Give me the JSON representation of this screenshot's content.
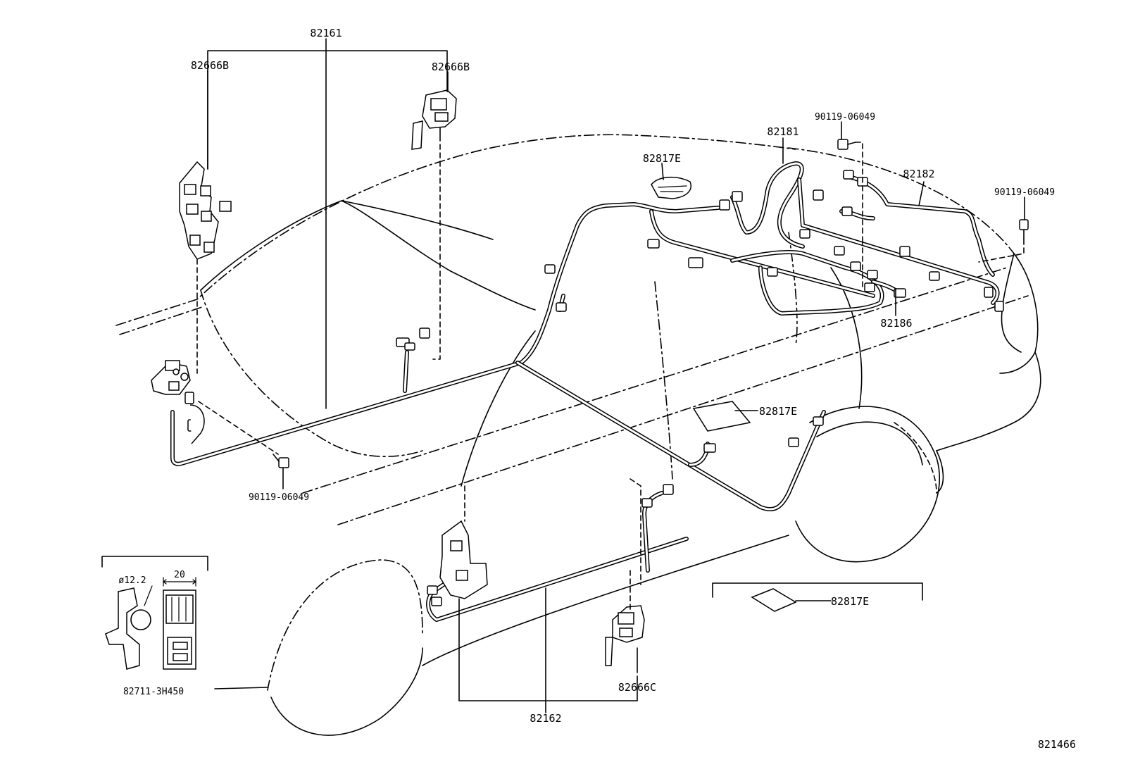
{
  "labels": {
    "harness_front_main": "82161",
    "clamp_upper_left": "82666B",
    "clamp_upper_center": "82666B",
    "harness_roof_a": "82181",
    "harness_roof_b": "82182",
    "harness_rear": "82186",
    "bolt_top": "90119-06049",
    "bolt_right": "90119-06049",
    "bolt_left": "90119-06049",
    "pad_roof": "82817E",
    "pad_floor": "82817E",
    "pad_inset": "82817E",
    "harness_floor": "82162",
    "clamp_lower": "82666C",
    "clip_part": "82711-3H450",
    "clip_diameter": "ø12.2",
    "clip_width": "20",
    "figure_number": "821466"
  }
}
